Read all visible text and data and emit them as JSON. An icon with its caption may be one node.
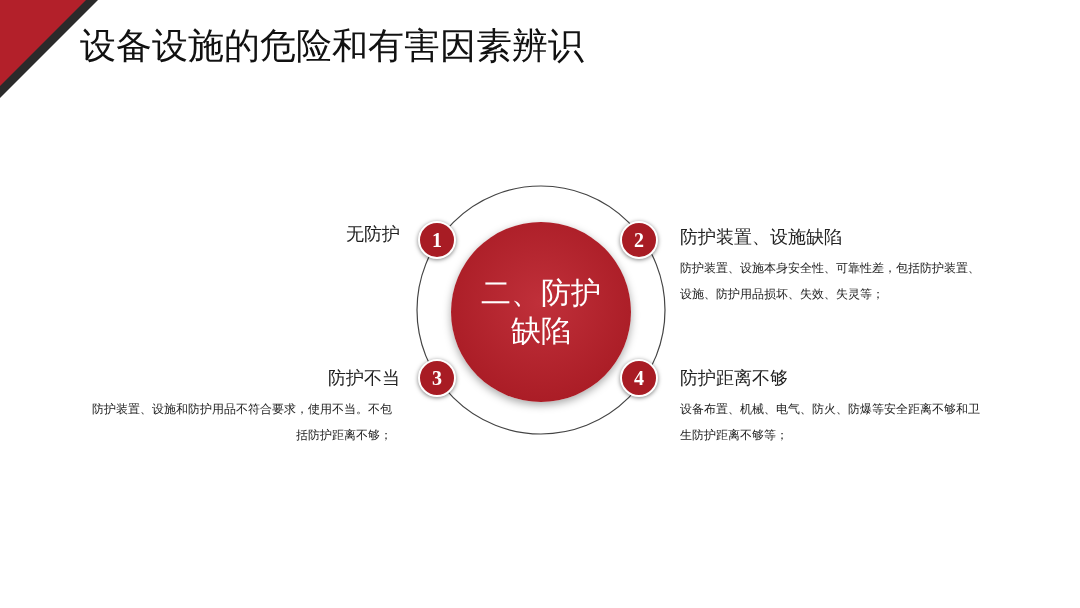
{
  "diagram": {
    "title": "设备设施的危险和有害因素辨识",
    "nodes": [
      {
        "text": [
          "二、防护缺陷"
        ]
      },
      {
        "text": [
          "1"
        ],
        "beside": [
          "无防护"
        ]
      },
      {
        "text": [
          "2"
        ],
        "beside": [
          "防护装置、设施缺陷",
          "防护装置、设施本身安全性、可靠性差，包括防护装置、设施、防护用品损坏、失效、失灵等；"
        ]
      },
      {
        "text": [
          "3"
        ],
        "beside": [
          "防护不当",
          "防护装置、设施和防护用品不符合要求，使用不当。不包括防护距离不够；"
        ]
      },
      {
        "text": [
          "4"
        ],
        "beside": [
          "防护距离不够",
          "设备布置、机械、电气、防火、防爆等安全距离不够和卫生防护距离不够等；"
        ]
      }
    ]
  }
}
